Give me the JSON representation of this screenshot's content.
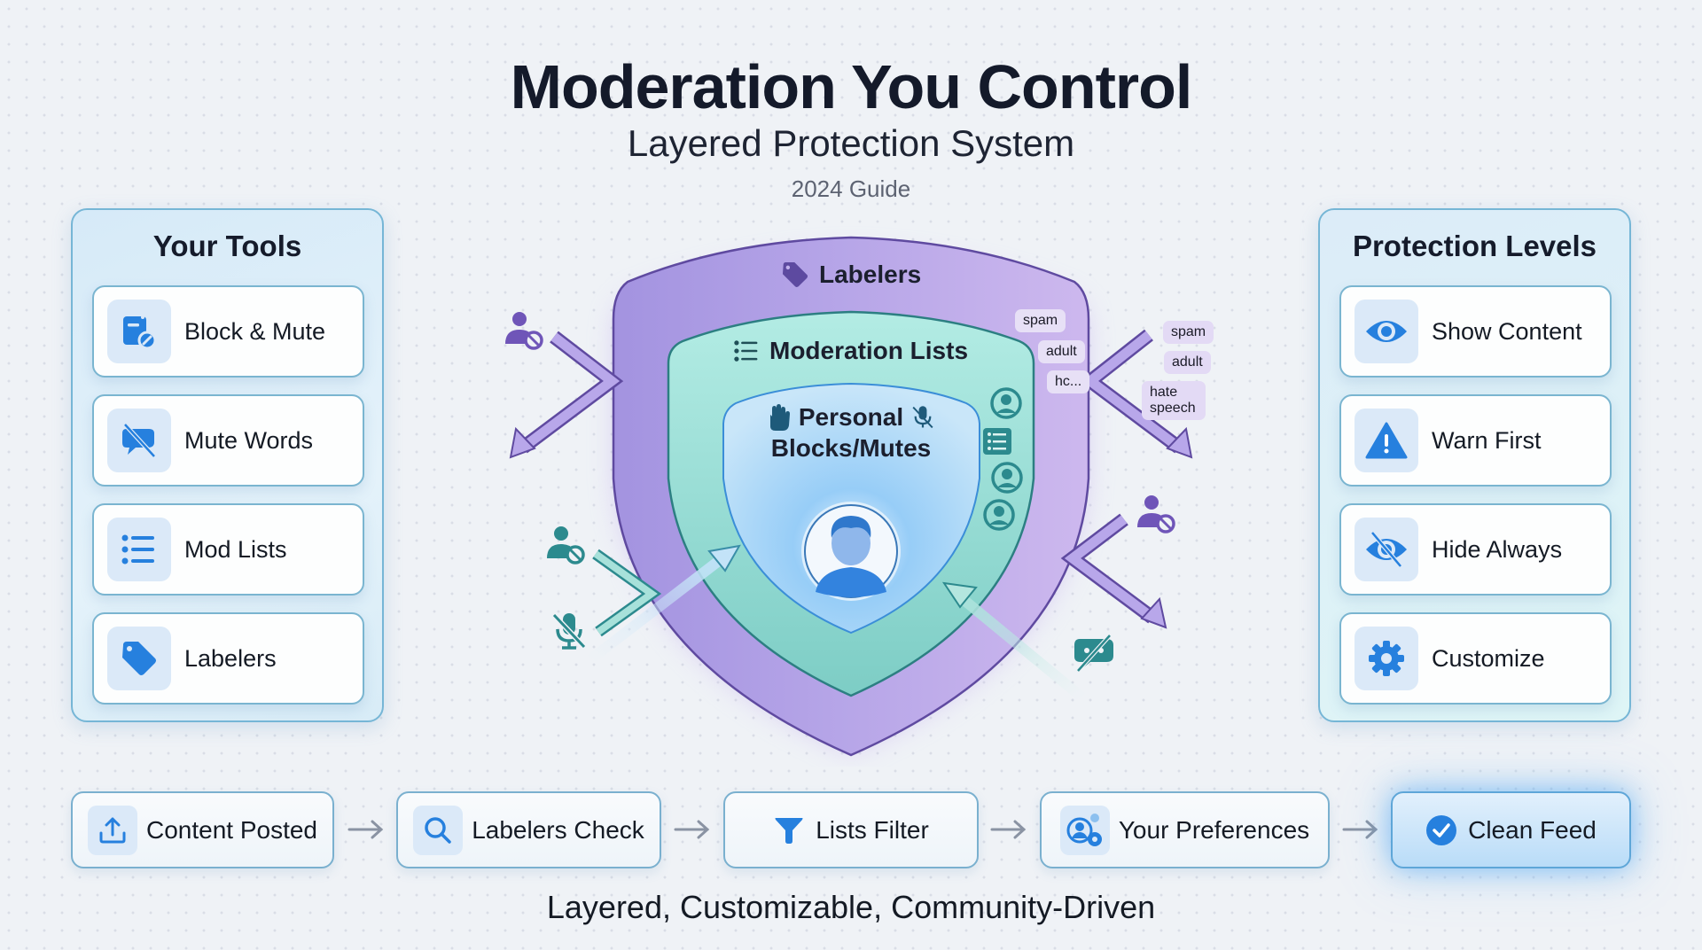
{
  "header": {
    "title": "Moderation You Control",
    "subtitle": "Layered Protection System",
    "guide": "2024 Guide"
  },
  "tools_panel": {
    "title": "Your Tools",
    "items": [
      {
        "label": "Block & Mute",
        "icon": "block-mute-icon"
      },
      {
        "label": "Mute Words",
        "icon": "mute-words-icon"
      },
      {
        "label": "Mod Lists",
        "icon": "list-icon"
      },
      {
        "label": "Labelers",
        "icon": "tag-icon"
      }
    ]
  },
  "levels_panel": {
    "title": "Protection Levels",
    "items": [
      {
        "label": "Show Content",
        "icon": "eye-icon"
      },
      {
        "label": "Warn First",
        "icon": "warning-icon"
      },
      {
        "label": "Hide Always",
        "icon": "eye-off-icon"
      },
      {
        "label": "Customize",
        "icon": "gear-icon"
      }
    ]
  },
  "shield": {
    "outer_label": "Labelers",
    "middle_label": "Moderation Lists",
    "inner_label_line1": "Personal",
    "inner_label_line2": "Blocks/Mutes",
    "inner_tags": [
      "spam",
      "adult",
      "hc..."
    ],
    "outer_tags": [
      "spam",
      "adult",
      "hate speech"
    ],
    "colors": {
      "outer": "#b3a3e6",
      "middle": "#8fd8cc",
      "inner": "#a9d3f6",
      "accent_purple": "#6f55b8",
      "accent_teal": "#2c8a8e"
    }
  },
  "pipeline": {
    "steps": [
      {
        "label": "Content Posted",
        "icon": "upload-icon"
      },
      {
        "label": "Labelers Check",
        "icon": "search-icon"
      },
      {
        "label": "Lists Filter",
        "icon": "filter-icon"
      },
      {
        "label": "Your Preferences",
        "icon": "user-settings-icon"
      },
      {
        "label": "Clean Feed",
        "icon": "check-circle-icon"
      }
    ]
  },
  "tagline": "Layered, Customizable, Community-Driven",
  "colors": {
    "icon_blue": "#2680de",
    "panel_border": "#76b6d6",
    "background": "#eff2f6"
  }
}
